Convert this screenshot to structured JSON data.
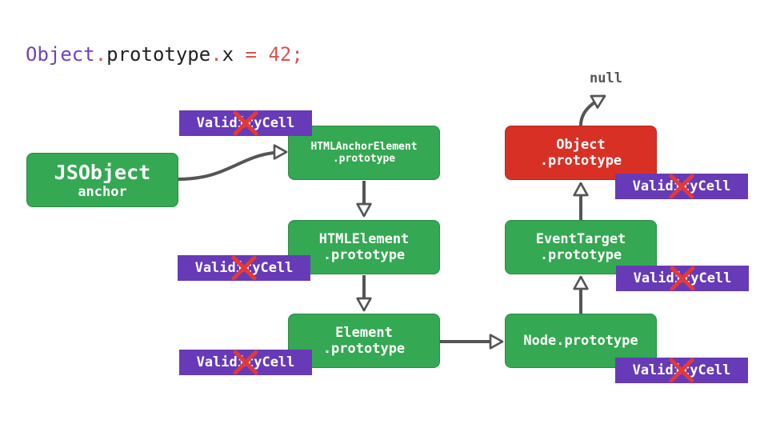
{
  "code": {
    "object": "Object",
    "dot1": ".",
    "prototype": "prototype",
    "dot2": ".",
    "x": "x",
    "eq": " = ",
    "value": "42",
    "semi": ";"
  },
  "null_label": "null",
  "nodes": {
    "jsobject": {
      "line1": "JSObject",
      "line2": "anchor"
    },
    "html_anchor": {
      "line1": "HTMLAnchorElement",
      "line2": ".prototype"
    },
    "html_element": {
      "line1": "HTMLElement",
      "line2": ".prototype"
    },
    "element": {
      "line1": "Element",
      "line2": ".prototype"
    },
    "node": {
      "line1": "Node.prototype"
    },
    "event_target": {
      "line1": "EventTarget",
      "line2": ".prototype"
    },
    "object": {
      "line1": "Object",
      "line2": ".prototype"
    }
  },
  "validity_cell_label": "ValidityCell",
  "colors": {
    "node_green": "#34a853",
    "node_red": "#d93025",
    "validity_purple": "#673ab7",
    "cross_red": "#e53935",
    "arrow_gray": "#555555"
  }
}
